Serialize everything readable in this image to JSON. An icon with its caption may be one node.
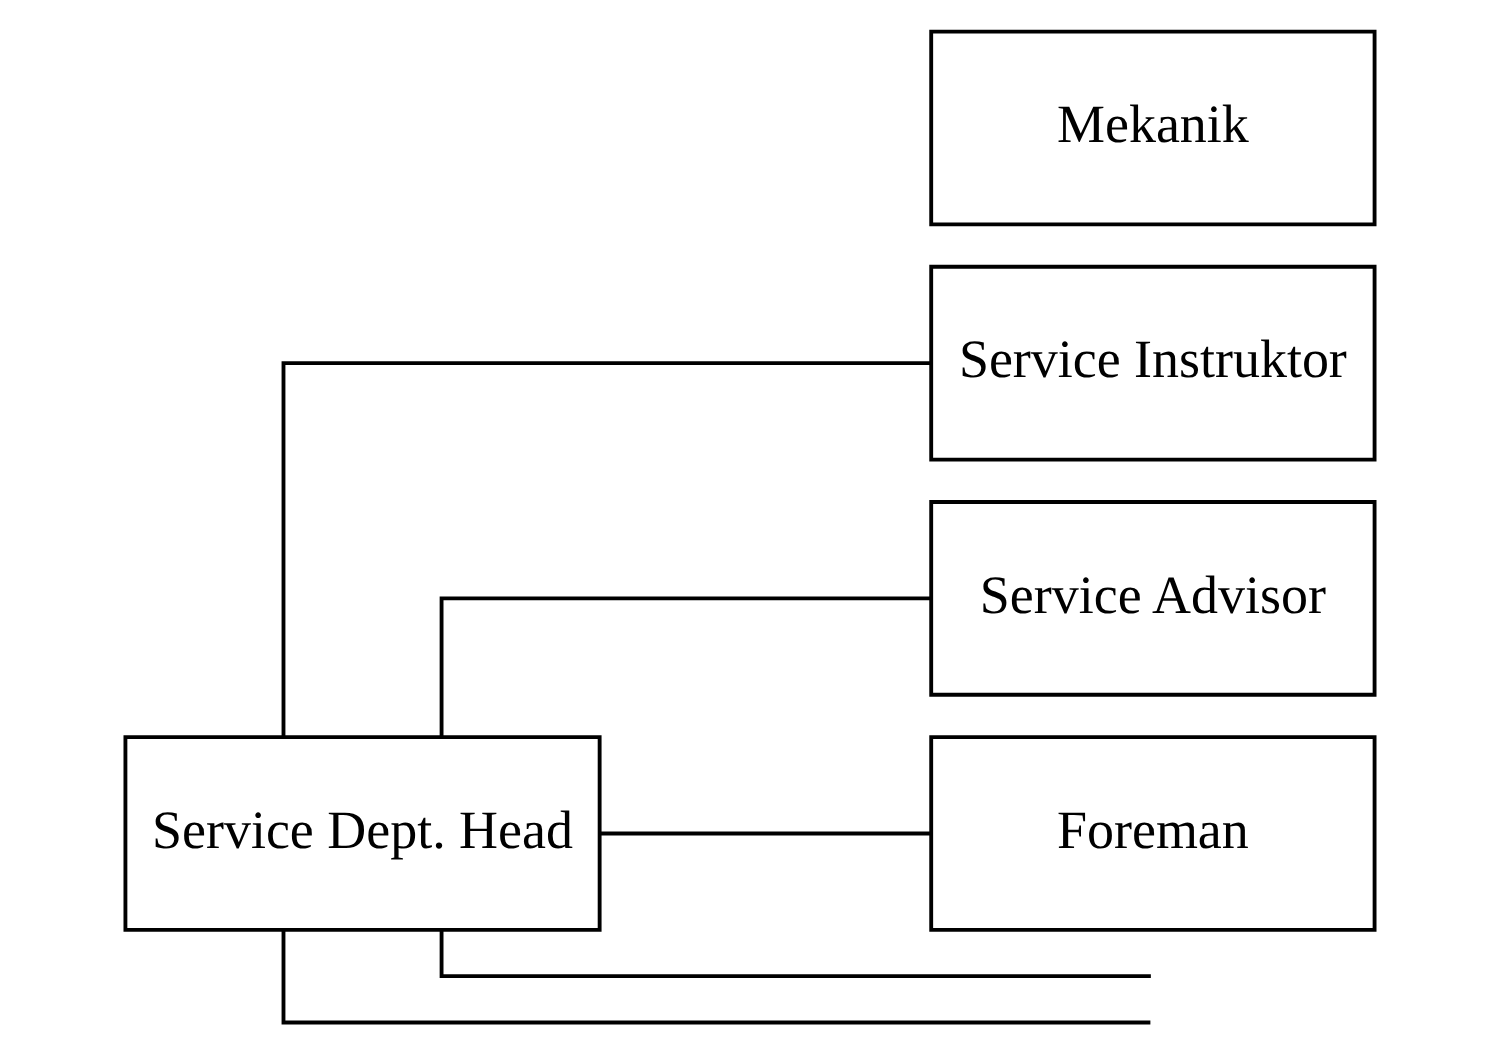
{
  "diagram": {
    "nodes": [
      {
        "text": [
          "Service Dept. Head"
        ]
      },
      {
        "text": [
          "Service Instruktor"
        ]
      },
      {
        "text": [
          "Service Advisor"
        ]
      },
      {
        "text": [
          "Foreman"
        ]
      },
      {
        "text": [
          "Mekanik"
        ]
      }
    ],
    "edges": [
      {
        "from": 0,
        "to": 1,
        "arrow": "none"
      },
      {
        "from": 0,
        "to": 2,
        "arrow": "none"
      },
      {
        "from": 0,
        "to": 3,
        "arrow": "none"
      },
      {
        "from": 0,
        "to": null,
        "arrow": "none"
      },
      {
        "from": 0,
        "to": null,
        "arrow": "none"
      }
    ]
  }
}
